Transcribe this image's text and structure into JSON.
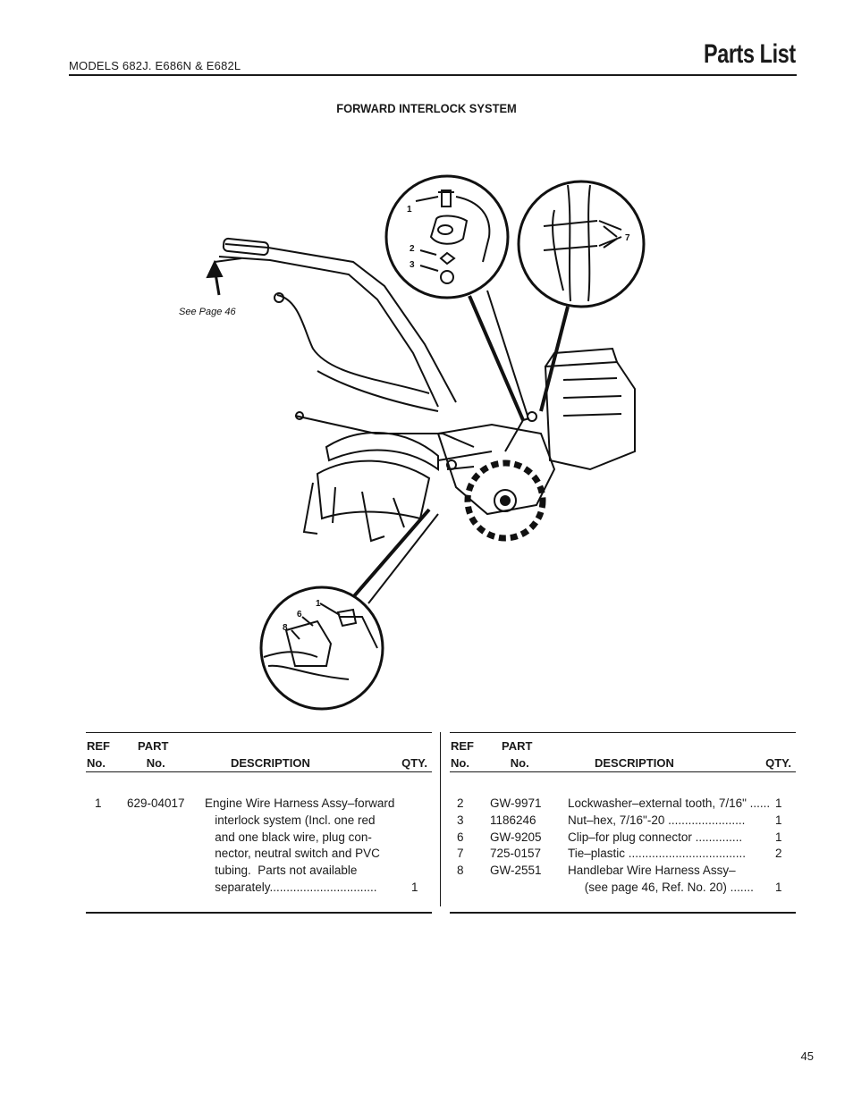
{
  "header": {
    "models": "MODELS  682J. E686N & E682L",
    "title": "Parts List"
  },
  "section_title": "FORWARD INTERLOCK SYSTEM",
  "diagram": {
    "see_page": "See Page 46",
    "callouts": [
      "1",
      "2",
      "3",
      "7",
      "1",
      "6",
      "8"
    ]
  },
  "table_headers": {
    "ref_line1": "REF",
    "ref_line2": "No.",
    "part_line1": "PART",
    "part_line2": "No.",
    "description": "DESCRIPTION",
    "qty": "QTY."
  },
  "left_rows": [
    {
      "ref": "1",
      "part": "629-04017",
      "desc_lines": [
        "Engine Wire Harness Assy–forward",
        "   interlock system (Incl. one red",
        "   and one black wire, plug con-",
        "   nector, neutral switch and PVC",
        "   tubing.  Parts not available",
        "   separately................................"
      ],
      "qty": "1"
    }
  ],
  "right_rows": [
    {
      "ref": "2",
      "part": "GW-9971",
      "desc": "Lockwasher–external tooth, 7/16\" ......",
      "qty": "1"
    },
    {
      "ref": "3",
      "part": "1186246",
      "desc": "Nut–hex, 7/16\"-20 .......................",
      "qty": "1"
    },
    {
      "ref": "6",
      "part": "GW-9205",
      "desc": "Clip–for plug connector ..............",
      "qty": "1"
    },
    {
      "ref": "7",
      "part": "725-0157",
      "desc": "Tie–plastic ...................................",
      "qty": "2"
    },
    {
      "ref": "8",
      "part": "GW-2551",
      "desc": "Handlebar Wire Harness Assy–",
      "qty": ""
    },
    {
      "ref": "",
      "part": "",
      "desc": "     (see page 46, Ref. No. 20) .......",
      "qty": "1"
    }
  ],
  "page_number": "45"
}
